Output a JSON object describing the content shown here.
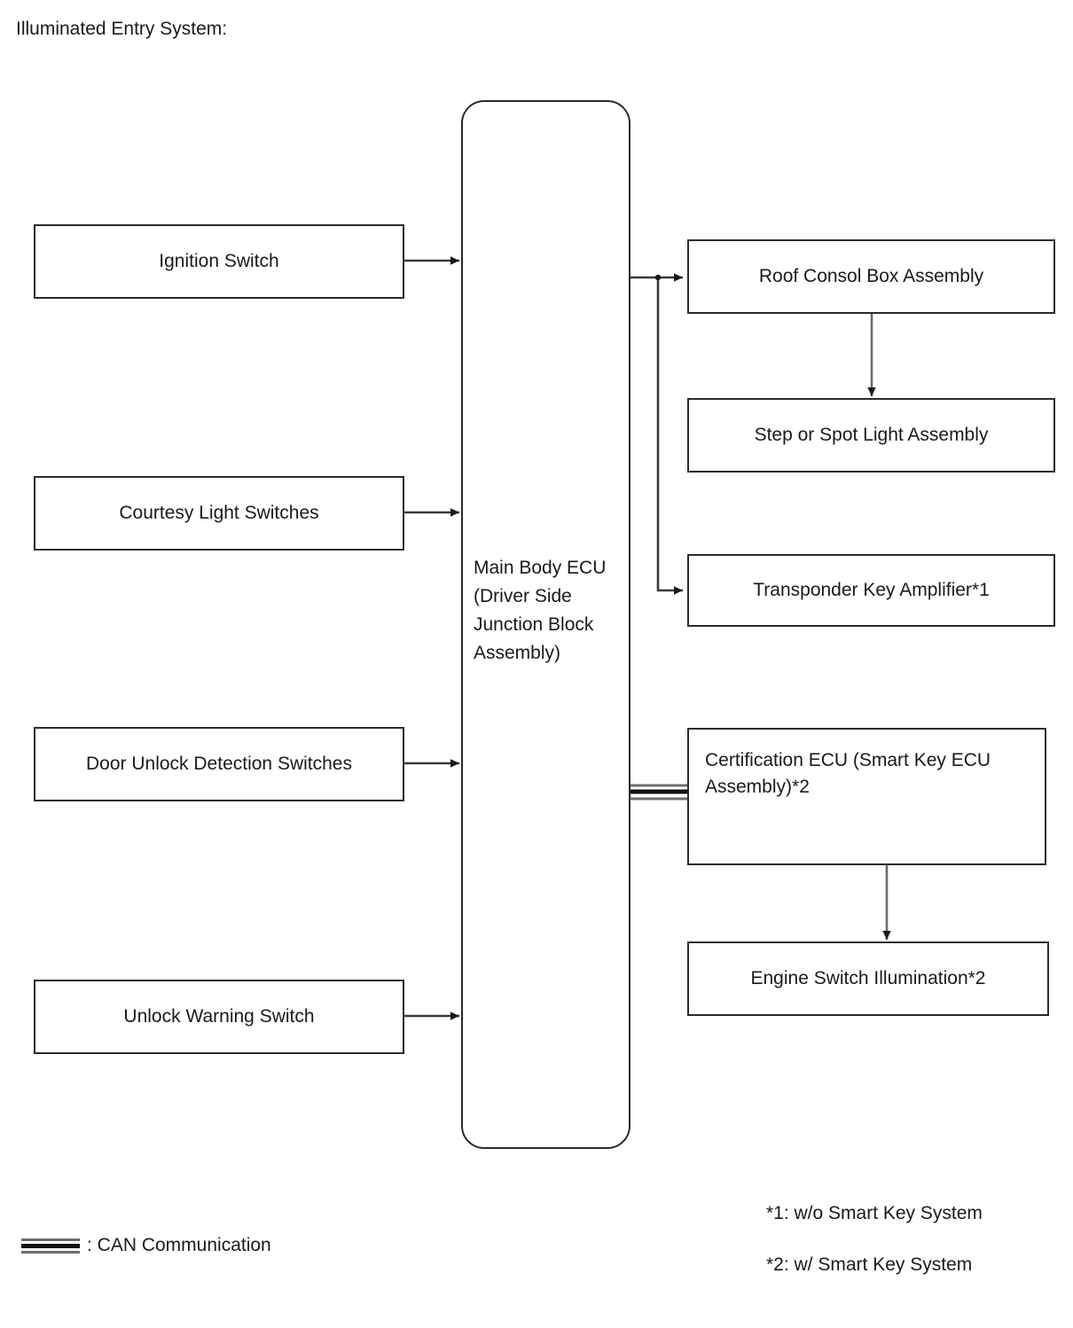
{
  "title": "Illuminated Entry System:",
  "diagram": {
    "type": "block-diagram",
    "center_node": {
      "id": "main-body-ecu",
      "label": "Main Body ECU\n(Driver Side\nJunction Block\nAssembly)",
      "shape": "rounded-rectangle"
    },
    "input_nodes": [
      {
        "id": "ignition-switch",
        "label": "Ignition Switch"
      },
      {
        "id": "courtesy-light-switches",
        "label": "Courtesy Light Switches"
      },
      {
        "id": "door-unlock-detection-switches",
        "label": "Door Unlock Detection Switches"
      },
      {
        "id": "unlock-warning-switch",
        "label": "Unlock Warning Switch"
      }
    ],
    "output_nodes": [
      {
        "id": "roof-consol-box-assembly",
        "label": "Roof Consol Box Assembly"
      },
      {
        "id": "step-or-spot-light-assembly",
        "label": "Step or Spot Light Assembly"
      },
      {
        "id": "transponder-key-amplifier",
        "label": "Transponder Key Amplifier*1"
      },
      {
        "id": "certification-ecu",
        "label": "Certification ECU (Smart Key ECU Assembly)*2"
      },
      {
        "id": "engine-switch-illumination",
        "label": "Engine Switch Illumination*2"
      }
    ],
    "connections": [
      {
        "from": "ignition-switch",
        "to": "main-body-ecu",
        "style": "arrow"
      },
      {
        "from": "courtesy-light-switches",
        "to": "main-body-ecu",
        "style": "arrow"
      },
      {
        "from": "door-unlock-detection-switches",
        "to": "main-body-ecu",
        "style": "arrow"
      },
      {
        "from": "unlock-warning-switch",
        "to": "main-body-ecu",
        "style": "arrow"
      },
      {
        "from": "main-body-ecu",
        "to": "roof-consol-box-assembly",
        "style": "arrow"
      },
      {
        "from": "main-body-ecu",
        "to": "transponder-key-amplifier",
        "style": "arrow"
      },
      {
        "from": "roof-consol-box-assembly",
        "to": "step-or-spot-light-assembly",
        "style": "arrow"
      },
      {
        "from": "main-body-ecu",
        "to": "certification-ecu",
        "style": "can-communication"
      },
      {
        "from": "certification-ecu",
        "to": "engine-switch-illumination",
        "style": "arrow"
      }
    ]
  },
  "legend": {
    "symbol": "can-communication-triple-line",
    "text": ": CAN Communication"
  },
  "footnotes": {
    "note1": "*1: w/o Smart Key System",
    "note2": "*2: w/ Smart Key System"
  },
  "colors": {
    "stroke": "#2b2b2b",
    "background": "#ffffff",
    "text": "#1a1a1a",
    "can_line_light": "#6d6d6d",
    "can_line_dark": "#111111"
  }
}
